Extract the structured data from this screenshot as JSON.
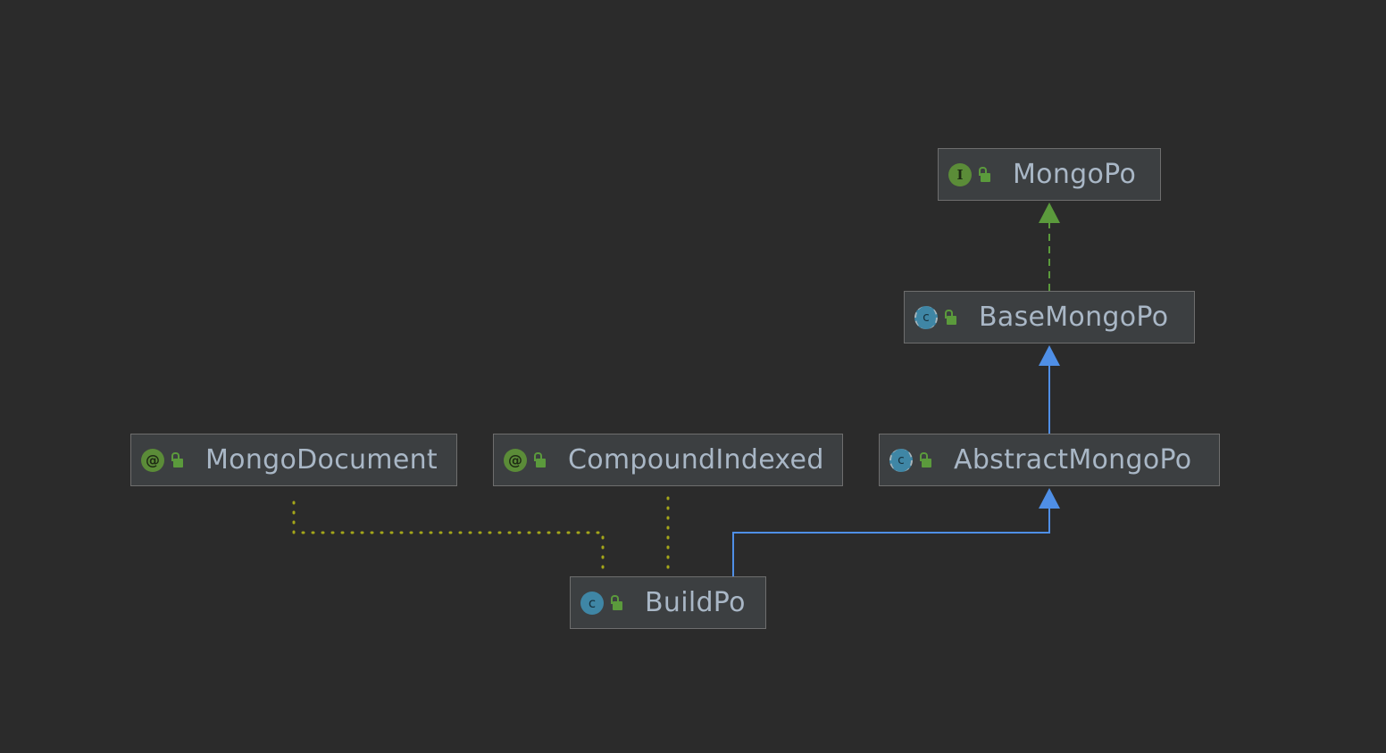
{
  "diagram": {
    "nodes": {
      "mongo_po": {
        "label": "MongoPo",
        "kind": "interface",
        "kind_letter": "I",
        "visibility_icon": "unlocked-public-icon"
      },
      "base_mongo_po": {
        "label": "BaseMongoPo",
        "kind": "abstract-class",
        "kind_letter": "c",
        "visibility_icon": "unlocked-public-icon"
      },
      "abstract_mongo_po": {
        "label": "AbstractMongoPo",
        "kind": "abstract-class",
        "kind_letter": "c",
        "visibility_icon": "unlocked-public-icon"
      },
      "mongo_document": {
        "label": "MongoDocument",
        "kind": "annotation",
        "kind_letter": "@",
        "visibility_icon": "unlocked-public-icon"
      },
      "compound_indexed": {
        "label": "CompoundIndexed",
        "kind": "annotation",
        "kind_letter": "@",
        "visibility_icon": "unlocked-public-icon"
      },
      "build_po": {
        "label": "BuildPo",
        "kind": "class",
        "kind_letter": "c",
        "visibility_icon": "unlocked-public-icon"
      }
    },
    "edges": [
      {
        "from": "base_mongo_po",
        "to": "mongo_po",
        "type": "implements",
        "style": "dashed",
        "color": "#5b9a3c"
      },
      {
        "from": "abstract_mongo_po",
        "to": "base_mongo_po",
        "type": "extends",
        "style": "solid",
        "color": "#4f8fe6"
      },
      {
        "from": "build_po",
        "to": "abstract_mongo_po",
        "type": "extends",
        "style": "solid",
        "color": "#4f8fe6"
      },
      {
        "from": "build_po",
        "to": "mongo_document",
        "type": "annotated-by",
        "style": "dotted",
        "color": "#a4a619"
      },
      {
        "from": "build_po",
        "to": "compound_indexed",
        "type": "annotated-by",
        "style": "dotted",
        "color": "#a4a619"
      }
    ],
    "colors": {
      "background": "#2b2b2b",
      "node_fill": "#3c3f41",
      "node_border": "#6e6e6e",
      "label_text": "#a9b7c6",
      "interface_icon": "#5b8c38",
      "annotation_icon": "#5b8c38",
      "class_icon": "#3f86a5",
      "lock_icon": "#5b9a3c"
    }
  }
}
